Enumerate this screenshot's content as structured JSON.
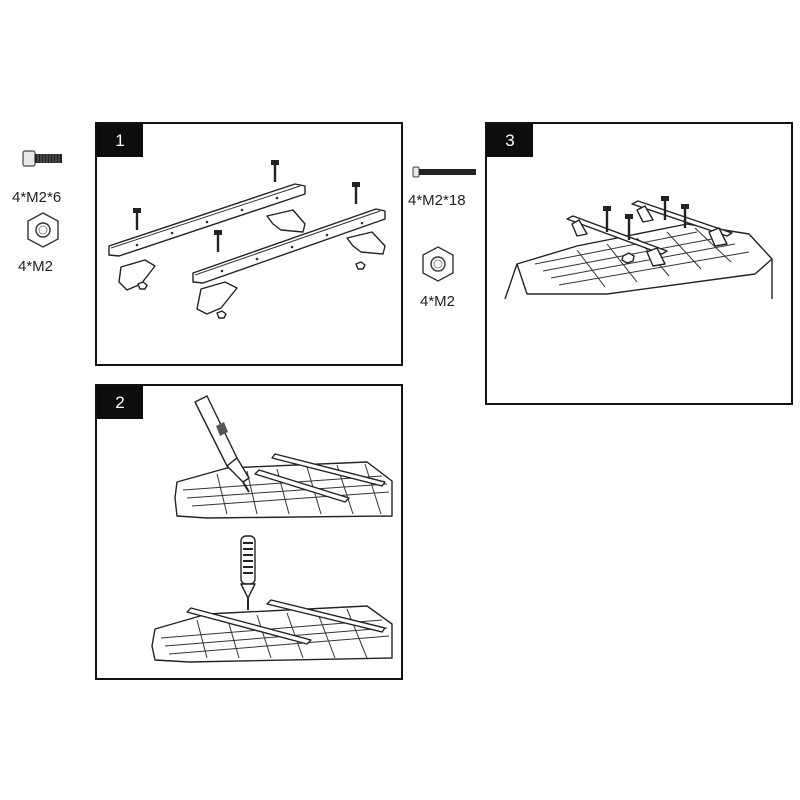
{
  "steps": [
    {
      "number": "1"
    },
    {
      "number": "2"
    },
    {
      "number": "3"
    }
  ],
  "parts_left": {
    "screw_label": "4*M2*6",
    "nut_label": "4*M2"
  },
  "parts_right": {
    "screw_label": "4*M2*18",
    "nut_label": "4*M2"
  },
  "icons": {
    "short_screw": "short-screw-icon",
    "long_screw": "long-screw-icon",
    "hex_nut": "hex-nut-icon",
    "screwdriver": "screwdriver-icon",
    "file_tool": "file-tool-icon"
  }
}
